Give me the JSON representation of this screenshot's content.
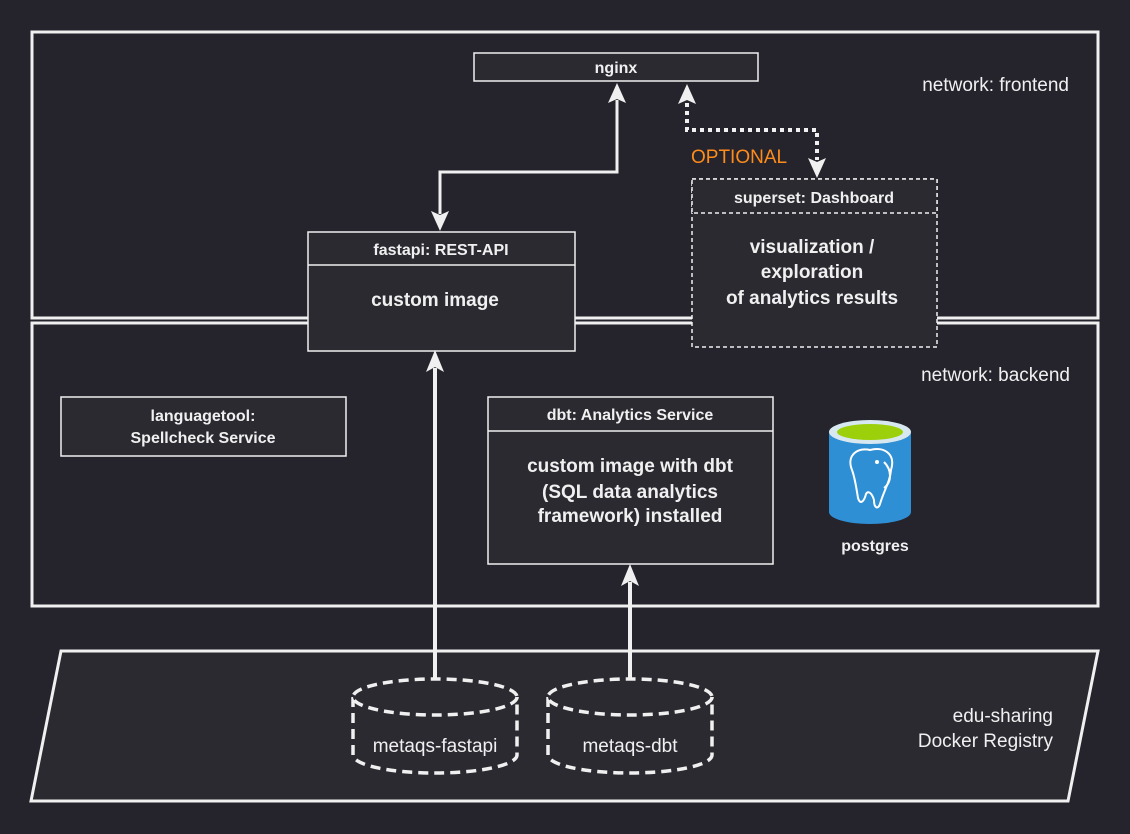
{
  "colors": {
    "background": "#25242c",
    "line": "#f0f0f0",
    "box_fill": "#2b2a31",
    "header_fill": "#2b2a31",
    "optional_accent": "#ff8c1a",
    "postgres_blue": "#2f8fd4",
    "postgres_top": "#9cd00a"
  },
  "networks": {
    "frontend": "network: frontend",
    "backend": "network: backend"
  },
  "services": {
    "nginx": {
      "title": "nginx"
    },
    "fastapi": {
      "title": "fastapi: REST-API",
      "body": "custom image"
    },
    "superset": {
      "title": "superset: Dashboard",
      "body": [
        "visualization /",
        "exploration",
        "of analytics results"
      ]
    },
    "languagetool": {
      "title": [
        "languagetool:",
        "Spellcheck Service"
      ]
    },
    "dbt": {
      "title": "dbt: Analytics Service",
      "body": [
        "custom image with dbt",
        "(SQL data analytics",
        "framework) installed"
      ]
    },
    "postgres": {
      "label": "postgres",
      "icon": "postgres-elephant-icon"
    }
  },
  "optional_label": "OPTIONAL",
  "registry": {
    "label": [
      "edu-sharing",
      "Docker Registry"
    ],
    "images": [
      "metaqs-fastapi",
      "metaqs-dbt"
    ]
  }
}
